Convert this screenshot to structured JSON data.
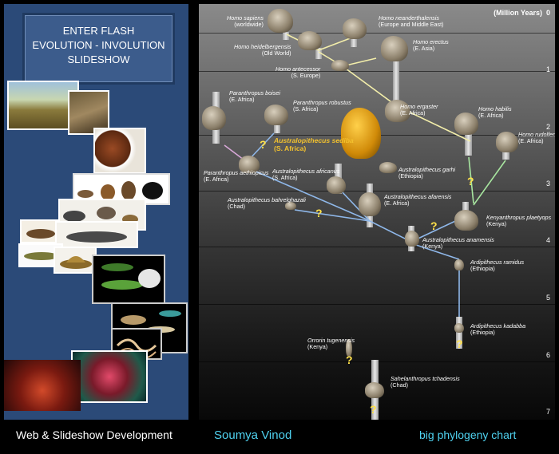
{
  "left_panel": {
    "flash_button": {
      "line1": "ENTER FLASH",
      "line2": "EVOLUTION - INVOLUTION",
      "line3": "SLIDESHOW"
    }
  },
  "chart": {
    "axis_label": "(Million Years)",
    "ticks": [
      "0",
      "1",
      "2",
      "3",
      "4",
      "5",
      "6",
      "7"
    ],
    "species": [
      {
        "name": "Homo sapiens",
        "region": "(worldwide)"
      },
      {
        "name": "Homo neanderthalensis",
        "region": "(Europe and Middle East)"
      },
      {
        "name": "Homo heidelbergensis",
        "region": "(Old World)"
      },
      {
        "name": "Homo erectus",
        "region": "(E. Asia)"
      },
      {
        "name": "Homo antecessor",
        "region": "(S. Europe)"
      },
      {
        "name": "Paranthropus boisei",
        "region": "(E. Africa)"
      },
      {
        "name": "Paranthropus robustus",
        "region": "(S. Africa)"
      },
      {
        "name": "Homo ergaster",
        "region": "(E. Africa)"
      },
      {
        "name": "Homo habilis",
        "region": "(E. Africa)"
      },
      {
        "name": "Homo rudolfensis",
        "region": "(E. Africa)"
      },
      {
        "name": "Australopithecus sediba",
        "region": "(S. Africa)"
      },
      {
        "name": "Paranthropus aethiopicus",
        "region": "(E. Africa)"
      },
      {
        "name": "Australopithecus africanus",
        "region": "(S. Africa)"
      },
      {
        "name": "Australopithecus garhi",
        "region": "(Ethiopia)"
      },
      {
        "name": "Australopithecus afarensis",
        "region": "(E. Africa)"
      },
      {
        "name": "Australopithecus bahrelghazali",
        "region": "(Chad)"
      },
      {
        "name": "Kenyanthropus plaetyops",
        "region": "(Kenya)"
      },
      {
        "name": "Australopithecus anamensis",
        "region": "(Kenya)"
      },
      {
        "name": "Ardipithecus ramidus",
        "region": "(Ethiopia)"
      },
      {
        "name": "Ardipithecus kadabba",
        "region": "(Ethiopia)"
      },
      {
        "name": "Orrorin tugenensis",
        "region": "(Kenya)"
      },
      {
        "name": "Sahelanthropus tchadensis",
        "region": "(Chad)"
      }
    ],
    "uncertain_mark": "?"
  },
  "footer": {
    "left_text": "Web & Slideshow Development",
    "author": "Soumya Vinod",
    "chart_link": "big phylogeny chart"
  },
  "colors": {
    "panel_bg": "#2b4a78",
    "author_color": "#4fd2f0",
    "link_color": "#4fd2f0",
    "sediba_label": "#f2c12e",
    "question_mark": "#ffe14a",
    "line_yellow": "#f3eeaa",
    "line_blue": "#8fb8ea",
    "line_green": "#a8e6a0",
    "line_pink": "#d8a8d8"
  }
}
